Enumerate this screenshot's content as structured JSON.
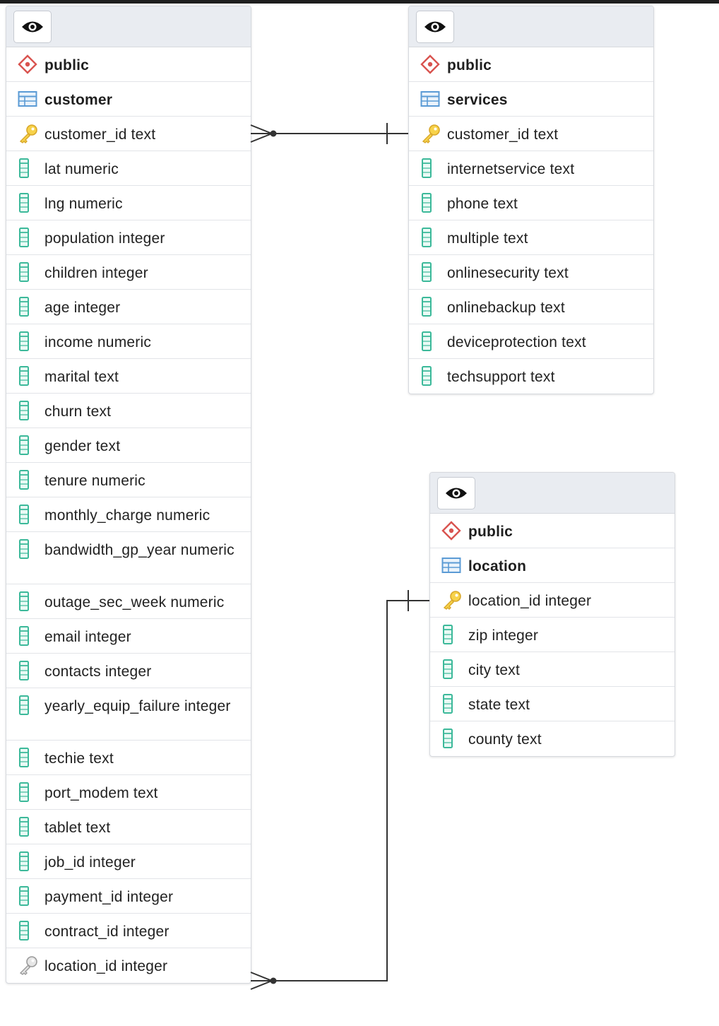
{
  "tables": [
    {
      "schema": "public",
      "name": "customer",
      "columns": [
        {
          "name": "customer_id text",
          "kind": "pk"
        },
        {
          "name": "lat numeric",
          "kind": "col"
        },
        {
          "name": "lng numeric",
          "kind": "col"
        },
        {
          "name": "population integer",
          "kind": "col"
        },
        {
          "name": "children integer",
          "kind": "col"
        },
        {
          "name": "age integer",
          "kind": "col"
        },
        {
          "name": "income numeric",
          "kind": "col"
        },
        {
          "name": "marital text",
          "kind": "col"
        },
        {
          "name": "churn text",
          "kind": "col"
        },
        {
          "name": "gender text",
          "kind": "col"
        },
        {
          "name": "tenure numeric",
          "kind": "col"
        },
        {
          "name": "monthly_charge numeric",
          "kind": "col"
        },
        {
          "name": "bandwidth_gp_year numeric",
          "kind": "col"
        },
        {
          "name": "outage_sec_week numeric",
          "kind": "col"
        },
        {
          "name": "email integer",
          "kind": "col"
        },
        {
          "name": "contacts integer",
          "kind": "col"
        },
        {
          "name": "yearly_equip_failure integer",
          "kind": "col"
        },
        {
          "name": "techie text",
          "kind": "col"
        },
        {
          "name": "port_modem text",
          "kind": "col"
        },
        {
          "name": "tablet text",
          "kind": "col"
        },
        {
          "name": "job_id integer",
          "kind": "col"
        },
        {
          "name": "payment_id integer",
          "kind": "col"
        },
        {
          "name": "contract_id integer",
          "kind": "col"
        },
        {
          "name": "location_id integer",
          "kind": "fk"
        }
      ]
    },
    {
      "schema": "public",
      "name": "services",
      "columns": [
        {
          "name": "customer_id text",
          "kind": "pk"
        },
        {
          "name": "internetservice text",
          "kind": "col"
        },
        {
          "name": "phone text",
          "kind": "col"
        },
        {
          "name": "multiple text",
          "kind": "col"
        },
        {
          "name": "onlinesecurity text",
          "kind": "col"
        },
        {
          "name": "onlinebackup text",
          "kind": "col"
        },
        {
          "name": "deviceprotection text",
          "kind": "col"
        },
        {
          "name": "techsupport text",
          "kind": "col"
        }
      ]
    },
    {
      "schema": "public",
      "name": "location",
      "columns": [
        {
          "name": "location_id integer",
          "kind": "pk"
        },
        {
          "name": "zip integer",
          "kind": "col"
        },
        {
          "name": "city text",
          "kind": "col"
        },
        {
          "name": "state text",
          "kind": "col"
        },
        {
          "name": "county text",
          "kind": "col"
        }
      ]
    }
  ],
  "relationships": [
    {
      "from": "customer.customer_id",
      "to": "services.customer_id",
      "from_end": "many",
      "to_end": "one"
    },
    {
      "from": "customer.location_id",
      "to": "location.location_id",
      "from_end": "many",
      "to_end": "one"
    }
  ],
  "colors": {
    "schema_icon": "#d9534f",
    "table_icon": "#5b9bd5",
    "column_icon": "#3cb99a",
    "pk_icon": "#f2c037",
    "fk_icon": "#9a9a9a",
    "line": "#333333"
  }
}
